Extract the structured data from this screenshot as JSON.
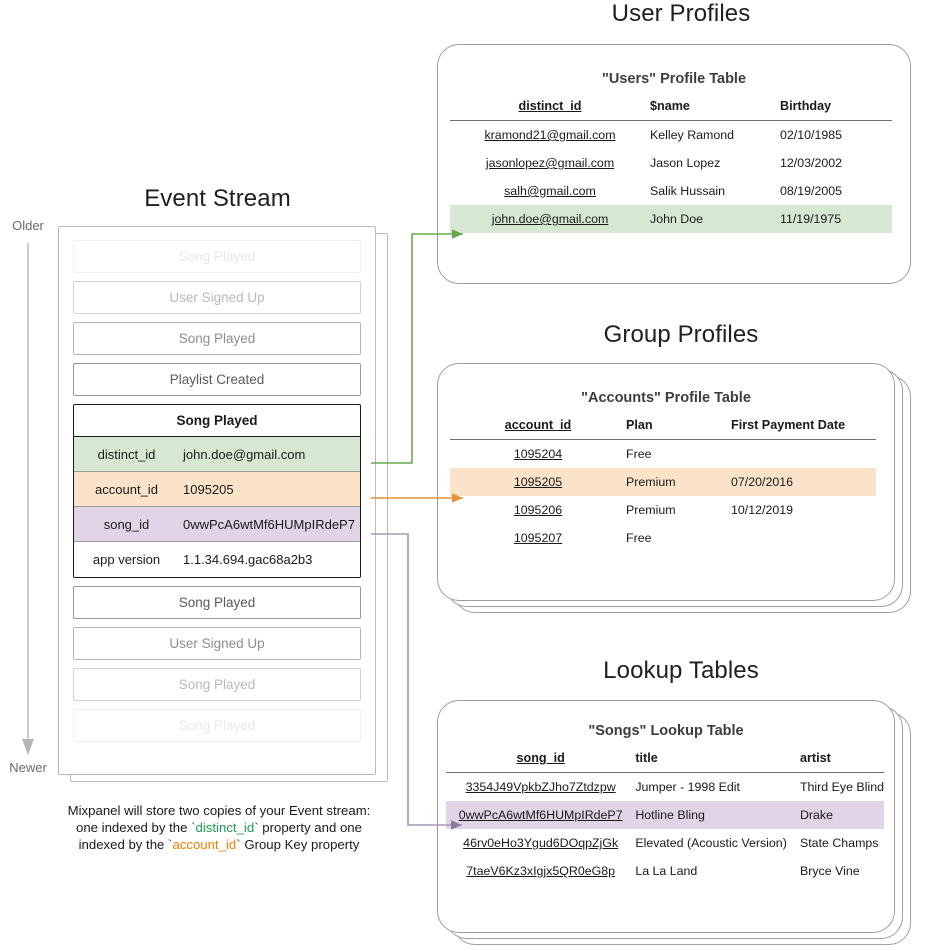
{
  "sections": {
    "user_profiles_title": "User Profiles",
    "group_profiles_title": "Group Profiles",
    "lookup_tables_title": "Lookup Tables",
    "event_stream_title": "Event Stream"
  },
  "time_axis": {
    "older_label": "Older",
    "newer_label": "Newer"
  },
  "event_stream": {
    "events_before": [
      {
        "label": "Song Played",
        "fade": "fade-1"
      },
      {
        "label": "User Signed Up",
        "fade": "fade-2"
      },
      {
        "label": "Song Played",
        "fade": "fade-3"
      },
      {
        "label": "Playlist Created",
        "fade": "fade-4"
      }
    ],
    "selected_event": {
      "title": "Song Played",
      "properties": [
        {
          "key": "distinct_id",
          "value": "john.doe@gmail.com",
          "highlight": "green"
        },
        {
          "key": "account_id",
          "value": "1095205",
          "highlight": "orange"
        },
        {
          "key": "song_id",
          "value": "0wwPcA6wtMf6HUMpIRdeP7",
          "highlight": "purple"
        },
        {
          "key": "app version",
          "value": "1.1.34.694.gac68a2b3",
          "highlight": "plain"
        }
      ]
    },
    "events_after": [
      {
        "label": "Song Played",
        "fade": "fade-4"
      },
      {
        "label": "User Signed Up",
        "fade": "fade-3"
      },
      {
        "label": "Song Played",
        "fade": "fade-2"
      },
      {
        "label": "Song Played",
        "fade": "fade-1"
      }
    ],
    "caption": {
      "line1": "Mixpanel will store two copies of your Event stream:",
      "line2_a": "one indexed by the ",
      "line2_key": "distinct_id",
      "line2_b": " property and one",
      "line3_a": "indexed by the ",
      "line3_key": "account_id",
      "line3_b": " Group Key property"
    }
  },
  "users_table": {
    "title": "\"Users\" Profile Table",
    "columns": [
      "distinct_id",
      "$name",
      "Birthday"
    ],
    "rows": [
      {
        "cells": [
          "kramond21@gmail.com",
          "Kelley Ramond",
          "02/10/1985"
        ],
        "highlight": ""
      },
      {
        "cells": [
          "jasonlopez@gmail.com",
          "Jason Lopez",
          "12/03/2002"
        ],
        "highlight": ""
      },
      {
        "cells": [
          "salh@gmail.com",
          "Salik Hussain",
          "08/19/2005"
        ],
        "highlight": ""
      },
      {
        "cells": [
          "john.doe@gmail.com",
          "John Doe",
          "11/19/1975"
        ],
        "highlight": "hl-green"
      }
    ]
  },
  "accounts_table": {
    "title": "\"Accounts\" Profile Table",
    "columns": [
      "account_id",
      "Plan",
      "First Payment Date"
    ],
    "rows": [
      {
        "cells": [
          "1095204",
          "Free",
          ""
        ],
        "highlight": ""
      },
      {
        "cells": [
          "1095205",
          "Premium",
          "07/20/2016"
        ],
        "highlight": "hl-orange"
      },
      {
        "cells": [
          "1095206",
          "Premium",
          "10/12/2019"
        ],
        "highlight": ""
      },
      {
        "cells": [
          "1095207",
          "Free",
          ""
        ],
        "highlight": ""
      }
    ]
  },
  "songs_table": {
    "title": "\"Songs\" Lookup Table",
    "columns": [
      "song_id",
      "title",
      "artist"
    ],
    "rows": [
      {
        "cells": [
          "3354J49VpkbZJho7Ztdzpw",
          "Jumper - 1998 Edit",
          "Third Eye Blind"
        ],
        "highlight": ""
      },
      {
        "cells": [
          "0wwPcA6wtMf6HUMpIRdeP7",
          "Hotline Bling",
          "Drake"
        ],
        "highlight": "hl-purple"
      },
      {
        "cells": [
          "46rv0eHo3Ygud6DOqpZjGk",
          "Elevated (Acoustic Version)",
          "State Champs"
        ],
        "highlight": ""
      },
      {
        "cells": [
          "7taeV6Kz3xIgjx5QR0eG8p",
          "La La Land",
          "Bryce Vine"
        ],
        "highlight": ""
      }
    ]
  },
  "colors": {
    "green_highlight": "#d7e8d2",
    "orange_highlight": "#fbe3c9",
    "purple_highlight": "#e0d4e6",
    "green_arrow": "#6aa84f",
    "orange_arrow": "#e69138",
    "purple_arrow": "#8e7a9b",
    "card_border": "#9e9e9e",
    "text": "#1a1a1a"
  }
}
